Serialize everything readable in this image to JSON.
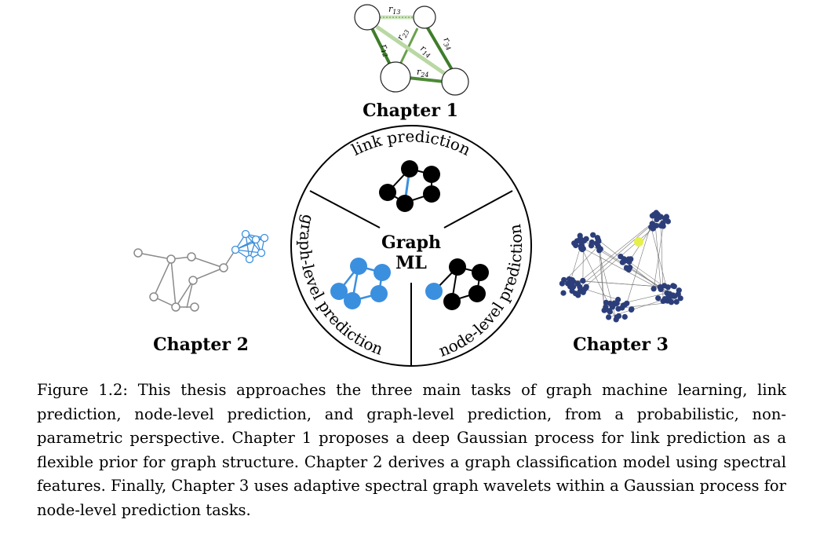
{
  "figure": {
    "chapter1_label": "Chapter 1",
    "chapter2_label": "Chapter 2",
    "chapter3_label": "Chapter 3",
    "center_line1": "Graph",
    "center_line2": "ML",
    "sector_link": "link prediction",
    "sector_graph": "graph-level prediction",
    "sector_node": "node-level prediction",
    "edge_labels": {
      "r13": "r13",
      "r12": "r12",
      "r23": "r23",
      "r14": "r14",
      "r24": "r24",
      "r34": "r34"
    },
    "colors": {
      "edge_green_dark": "#3e7d2a",
      "edge_green_light": "#b9d8a4",
      "node_blue": "#3b8fdf",
      "node_black": "#000000",
      "graph_gray": "#8a8a8a",
      "spectral_dark": "#2c3e7a",
      "spectral_purple": "#4a0a5e",
      "spectral_yellow": "#e7f04a"
    }
  },
  "caption": {
    "label": "Figure 1.2:",
    "text": "This thesis approaches the three main tasks of graph machine learning, link prediction, node-level prediction, and graph-level prediction, from a probabilistic, non-parametric perspective. Chapter 1 proposes a deep Gaussian process for link prediction as a flexible prior for graph structure. Chapter 2 derives a graph classification model using spectral features. Finally, Chapter 3 uses adaptive spectral graph wavelets within a Gaussian process for node-level prediction tasks."
  }
}
